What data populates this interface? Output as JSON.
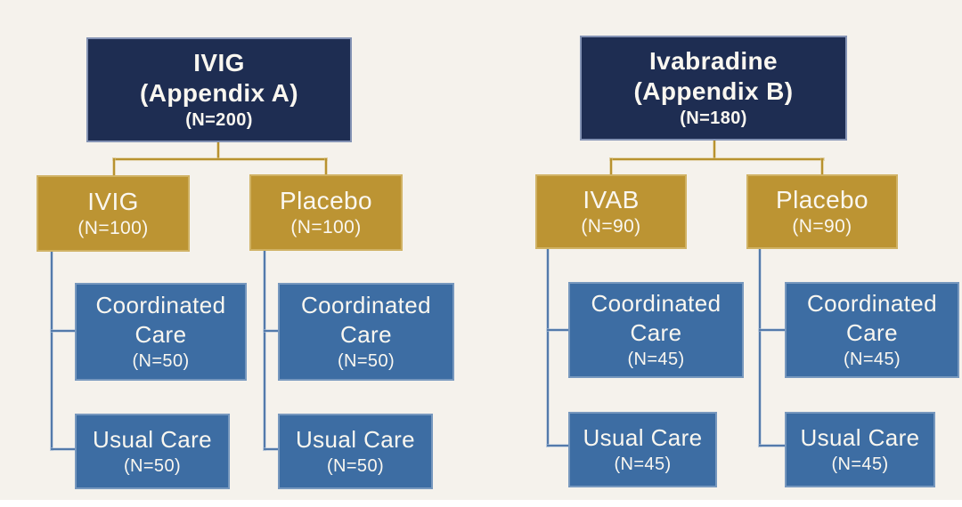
{
  "diagram": {
    "description": "Clinical trial randomization flow diagram with two study trees",
    "colors": {
      "background": "#F5F2EC",
      "navy_box": "#1E2D52",
      "gold_box": "#BC9433",
      "blue_box": "#3D6DA3",
      "gold_line": "#B8922F",
      "blue_line": "#537AAB",
      "text": "#FAF7F0",
      "footer_strip": "#FFFFFF"
    },
    "trees": [
      {
        "root": {
          "title": "IVIG",
          "subtitle": "(Appendix A)",
          "n": "(N=200)"
        },
        "arms": [
          {
            "label": "IVIG",
            "n": "(N=100)",
            "children": [
              {
                "label": "Coordinated Care",
                "n": "(N=50)"
              },
              {
                "label": "Usual Care",
                "n": "(N=50)"
              }
            ]
          },
          {
            "label": "Placebo",
            "n": "(N=100)",
            "children": [
              {
                "label": "Coordinated Care",
                "n": "(N=50)"
              },
              {
                "label": "Usual Care",
                "n": "(N=50)"
              }
            ]
          }
        ]
      },
      {
        "root": {
          "title": "Ivabradine",
          "subtitle": "(Appendix B)",
          "n": "(N=180)"
        },
        "arms": [
          {
            "label": "IVAB",
            "n": "(N=90)",
            "children": [
              {
                "label": "Coordinated Care",
                "n": "(N=45)"
              },
              {
                "label": "Usual Care",
                "n": "(N=45)"
              }
            ]
          },
          {
            "label": "Placebo",
            "n": "(N=90)",
            "children": [
              {
                "label": "Coordinated Care",
                "n": "(N=45)"
              },
              {
                "label": "Usual Care",
                "n": "(N=45)"
              }
            ]
          }
        ]
      }
    ]
  }
}
